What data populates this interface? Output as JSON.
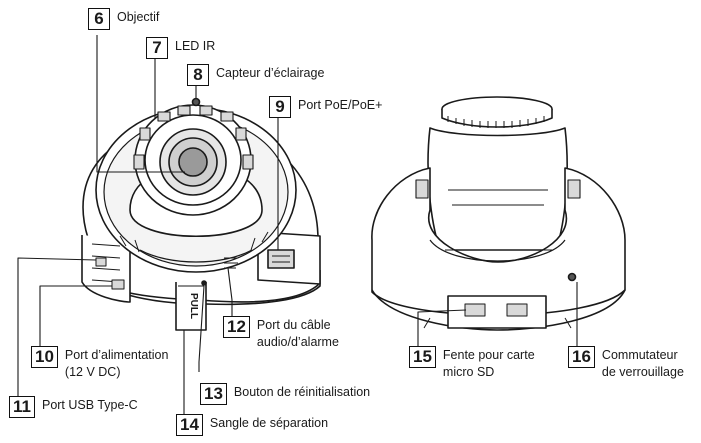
{
  "callouts": [
    {
      "number": "6",
      "lines": [
        "Objectif"
      ]
    },
    {
      "number": "7",
      "lines": [
        "LED IR"
      ]
    },
    {
      "number": "8",
      "lines": [
        "Capteur d’éclairage"
      ]
    },
    {
      "number": "9",
      "lines": [
        "Port PoE/PoE+"
      ]
    },
    {
      "number": "10",
      "lines": [
        "Port d’alimentation",
        "(12 V DC)"
      ]
    },
    {
      "number": "11",
      "lines": [
        "Port USB Type-C"
      ]
    },
    {
      "number": "12",
      "lines": [
        "Port du câble",
        "audio/d’alarme"
      ]
    },
    {
      "number": "13",
      "lines": [
        "Bouton de réinitialisation"
      ]
    },
    {
      "number": "14",
      "lines": [
        "Sangle de séparation"
      ]
    },
    {
      "number": "15",
      "lines": [
        "Fente pour carte",
        "micro SD"
      ]
    },
    {
      "number": "16",
      "lines": [
        "Commutateur",
        "de verrouillage"
      ]
    }
  ],
  "strap_label": "PULL",
  "colors": {
    "line": "#1a1a1a",
    "shade": "#d9d9d9",
    "body": "#ffffff"
  }
}
